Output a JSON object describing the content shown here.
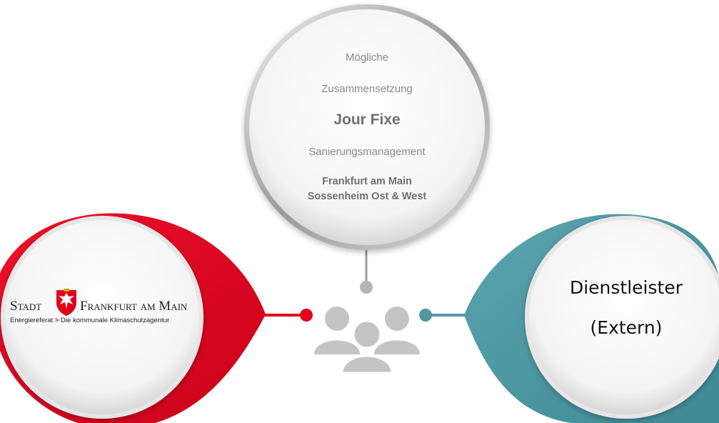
{
  "top_circle": {
    "line1": "Mögliche",
    "line2": "Zusammensetzung",
    "title": "Jour Fixe",
    "line4": "Sanierungsmanagement",
    "location_line1": "Frankfurt am Main",
    "location_line2": "Sossenheim  Ost & West"
  },
  "left_circle": {
    "logo_stadt": "Stadt",
    "logo_name": "Frankfurt am Main",
    "logo_sub_left": "Energiereferat",
    "logo_sub_arrow": ">",
    "logo_sub_right": "Die kommunale Klimaschutzagentur"
  },
  "right_circle": {
    "line1": "Dienstleister",
    "line2": "(Extern)"
  },
  "center": {
    "icon": "people-group-icon"
  },
  "colors": {
    "red": "#e2001a",
    "teal": "#4f97a3",
    "gray_icon": "#c4c4c4",
    "connector_gray": "#9a9a9a"
  }
}
